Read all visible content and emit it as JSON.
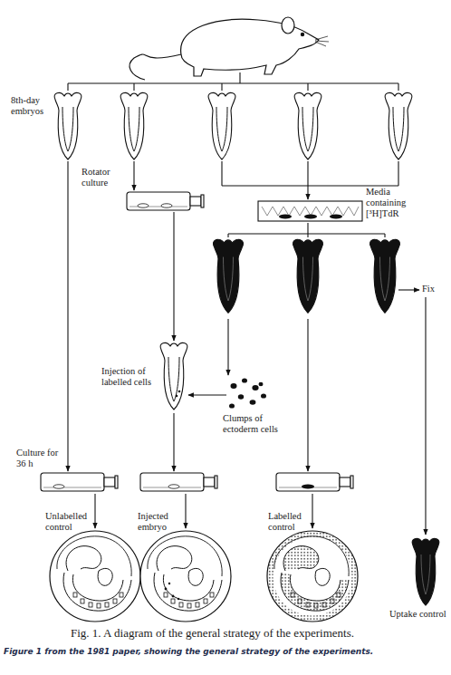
{
  "diagram": {
    "caption": "Figure 1 from the 1981 paper, showing the general strategy of the experiments.",
    "labels": [
      "8th-day embryos",
      "Rotator culture",
      "Media containing [³H]TdR",
      "Fix",
      "Injection of labelled cells",
      "Clumps of ectoderm cells",
      "Culture for 36 h",
      "Unlabelled control",
      "Injected embryo",
      "Labelled control",
      "Uptake control",
      "Fig. 1. A diagram of the general strategy of the experiments."
    ]
  }
}
